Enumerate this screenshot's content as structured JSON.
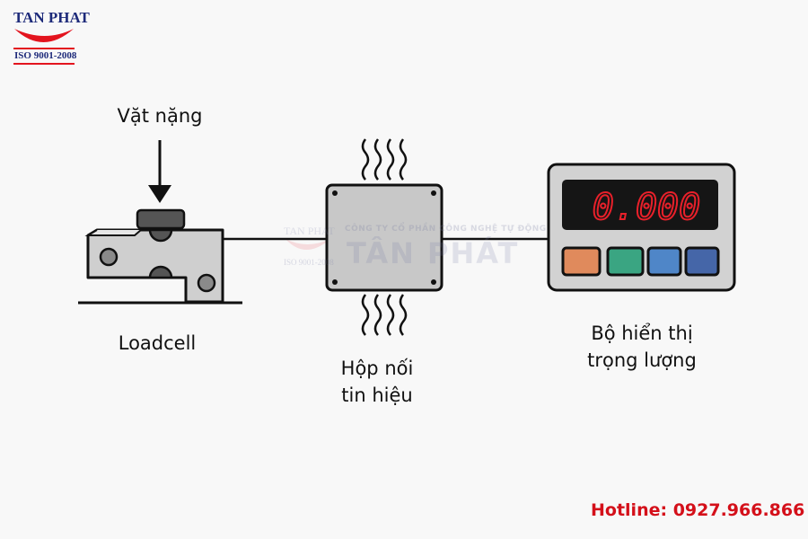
{
  "logo": {
    "name": "TAN PHAT",
    "iso": "ISO 9001-2008",
    "color": "#1d2a7a",
    "accent": "#e3141e"
  },
  "watermark": {
    "company": "CÔNG TY CỔ PHẦN CÔNG NGHỆ TỰ ĐỘNG",
    "name": "TÂN PHÁT",
    "logo_name": "TAN PHAT",
    "logo_iso": "ISO 9001-2008"
  },
  "diagram": {
    "weight_label": "Vặt nặng",
    "loadcell_label": "Loadcell",
    "junction_box_label": [
      "Hộp nối",
      "tin hiệu"
    ],
    "display_label": [
      "Bộ hiển thị",
      "trọng lượng"
    ],
    "display_reading": "0.000",
    "display_color": "#e8202a",
    "button_colors": [
      "#e08a5c",
      "#3aa582",
      "#4f86c8",
      "#4566a8"
    ]
  },
  "hotline": "Hotline: 0927.966.866"
}
